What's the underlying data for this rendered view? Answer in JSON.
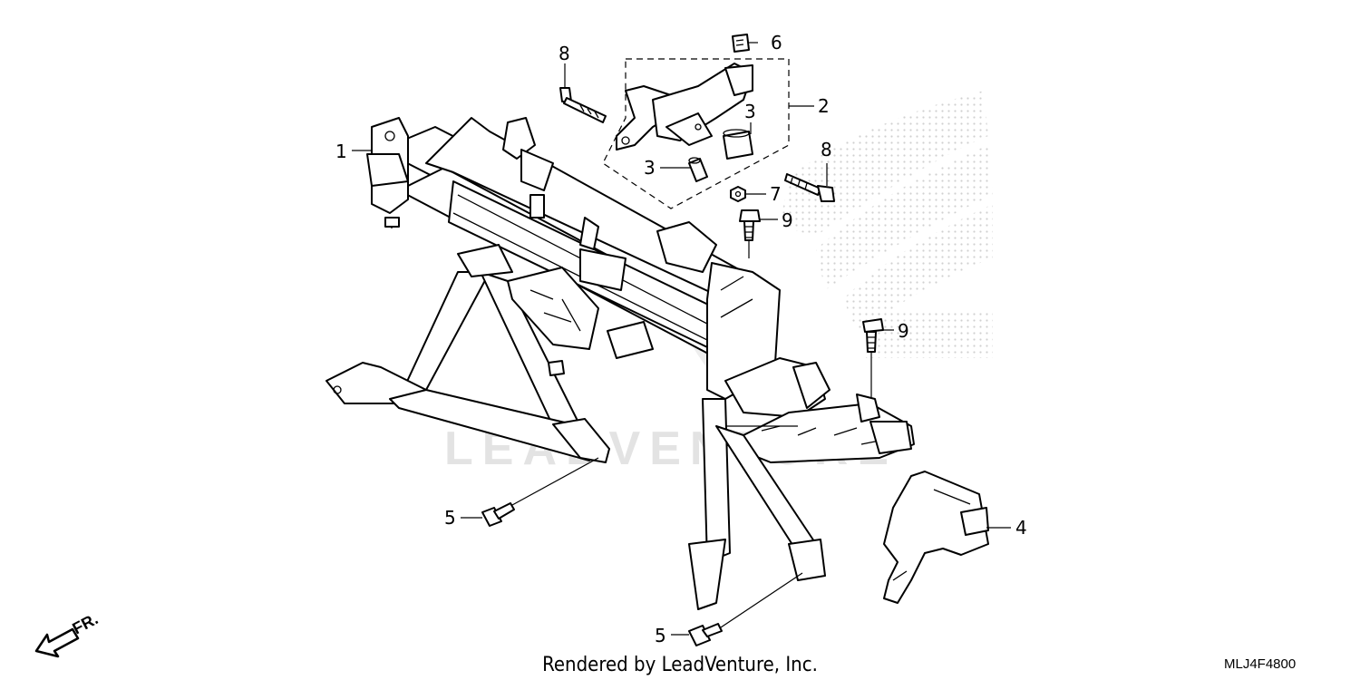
{
  "callouts": {
    "c1": "1",
    "c2": "2",
    "c3a": "3",
    "c3b": "3",
    "c4": "4",
    "c5a": "5",
    "c5b": "5",
    "c6": "6",
    "c7": "7",
    "c8a": "8",
    "c8b": "8",
    "c9a": "9",
    "c9b": "9"
  },
  "footer": {
    "credit": "Rendered by LeadVenture, Inc.",
    "diagram_code": "MLJ4F4800"
  },
  "direction": {
    "label": "FR."
  },
  "watermark": {
    "text": "LEADVENTURE"
  },
  "colors": {
    "line": "#000000",
    "watermark": "#e3e3e3",
    "background": "#ffffff"
  }
}
